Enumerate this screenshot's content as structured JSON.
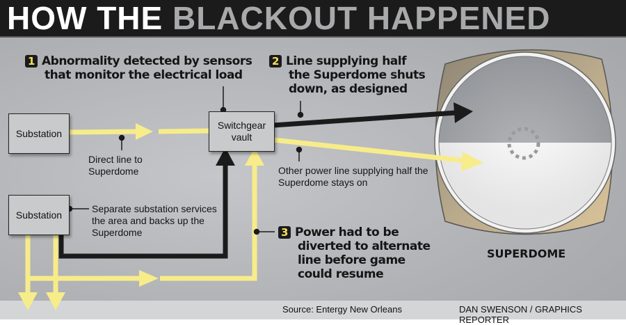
{
  "title": {
    "part1": "HOW THE",
    "part2": "BLACKOUT HAPPENED"
  },
  "boxes": {
    "substation1": "Substation",
    "substation2": "Substation",
    "switchgear": "Switchgear vault"
  },
  "steps": [
    {
      "num": "1",
      "line1": "Abnormality detected by sensors",
      "line2": "that monitor the electrical load"
    },
    {
      "num": "2",
      "line1": "Line supplying half",
      "line2": "the Superdome shuts",
      "line3": "down, as designed"
    },
    {
      "num": "3",
      "line1": "Power had to be",
      "line2": "diverted to alternate",
      "line3": "line before game",
      "line4": "could resume"
    }
  ],
  "notes": {
    "direct_line": "Direct line to Superdome",
    "separate_substation": "Separate substation services the area and backs up the Superdome",
    "other_line": "Other power line supplying half the Superdome stays on"
  },
  "dome_label": "SUPERDOME",
  "source": "Source: Entergy New Orleans",
  "credit": "DAN SWENSON / GRAPHICS REPORTER",
  "colors": {
    "live": "#f7ec8a",
    "dead": "#1c1b1b",
    "accent": "#f4e15a"
  }
}
